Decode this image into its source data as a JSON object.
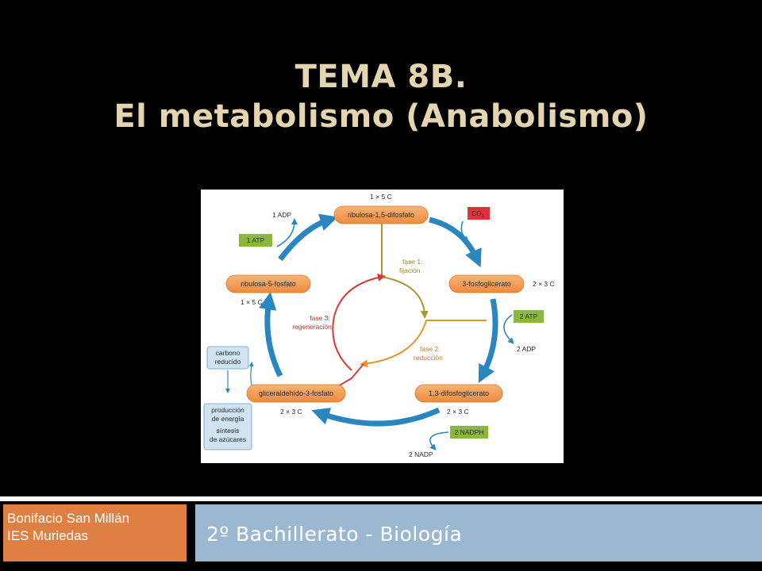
{
  "slide": {
    "title_line1": "TEMA 8B.",
    "title_line2": "El metabolismo (Anabolismo)"
  },
  "diagram": {
    "nodes": {
      "ribulosa_bifosfato": "ribulosa-1,5-difosfato",
      "fosfoglicerato": "3-fosfoglicerato",
      "difosfoglicerato": "1,3-difosfoglicerato",
      "gliceraldehido": "gliceraldehído-3-fosfato",
      "ribulosa_fosfato": "ribulosa-5-fosfato"
    },
    "stoichiometry": {
      "top": "1 × 5 C",
      "fosfoglicerato": "2 × 3 C",
      "difosfoglicerato": "2 × 3 C",
      "gliceraldehido": "2 × 3 C",
      "ribulosa_fosfato": "1 × 5 C"
    },
    "inputs": {
      "co2": "CO",
      "co2_sub": "2",
      "atp_top": "1 ATP",
      "adp_top": "1 ADP",
      "atp_right": "2 ATP",
      "adp_right": "2 ADP",
      "nadph": "2 NADPH",
      "nadp": "2 NADP"
    },
    "phases": {
      "fase1_a": "fase 1:",
      "fase1_b": "fijación",
      "fase2_a": "fase 2:",
      "fase2_b": "reducción",
      "fase3_a": "fase 3:",
      "fase3_b": "regeneración"
    },
    "outputs": {
      "carbono_a": "carbono",
      "carbono_b": "reducido",
      "prod_a": "producción",
      "prod_b": "de energía",
      "prod_c": "síntesis",
      "prod_d": "de azúcares"
    },
    "colors": {
      "node_fill": "#f39a4e",
      "arrow_blue": "#2a86bf",
      "atp_green": "#8ab83a",
      "co2_red": "#e0303a",
      "output_box": "#cfe3f3"
    }
  },
  "footer": {
    "author_line1": "Bonifacio San Millán",
    "author_line2": "IES Muriedas",
    "course": "2º Bachillerato - Biología"
  }
}
